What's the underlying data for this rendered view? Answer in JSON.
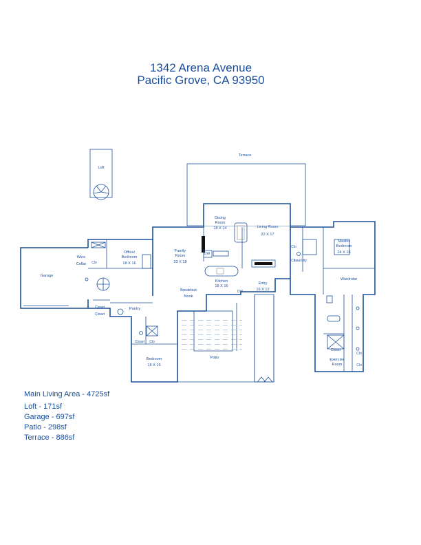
{
  "header": {
    "address_line1": "1342 Arena Avenue",
    "address_line2": "Pacific Grove, CA 93950"
  },
  "rooms": {
    "terrace": "Terrace",
    "loft": "Loft",
    "dining": "Dining",
    "dining2": "Room",
    "dining_dim": "18 X 14",
    "living": "Living Room",
    "living_dim": "22 X 17",
    "master": "Master",
    "master2": "Bedroom",
    "master_dim": "24 X 16",
    "family": "Family",
    "family2": "Room",
    "family_dim": "33 X 18",
    "office": "Office/",
    "office2": "Bedroom",
    "office_dim": "18 X 16",
    "wine": "Wine",
    "wine2": "Cellar",
    "garage": "Garage",
    "kitchen": "Kitchen",
    "kitchen_dim": "18 X 16",
    "breakfast": "Breakfast",
    "breakfast2": "Nook",
    "entry": "Entry",
    "entry_dim": "16 X 12",
    "wardrobe": "Wardrobe",
    "pantry": "Pantry",
    "closet": "Closet",
    "clo": "Clo",
    "laundry": "Laundry",
    "bedroom": "Bedroom",
    "bedroom_dim": "18 X 15",
    "patio": "Patio",
    "exercise": "Exercise",
    "exercise2": "Room",
    "dw": "DW"
  },
  "areas": {
    "main": "Main Living Area -  4725sf",
    "loft": "Loft - 171sf",
    "garage": "Garage - 697sf",
    "patio": "Patio - 298sf",
    "terrace": "Terrace - 886sf"
  }
}
